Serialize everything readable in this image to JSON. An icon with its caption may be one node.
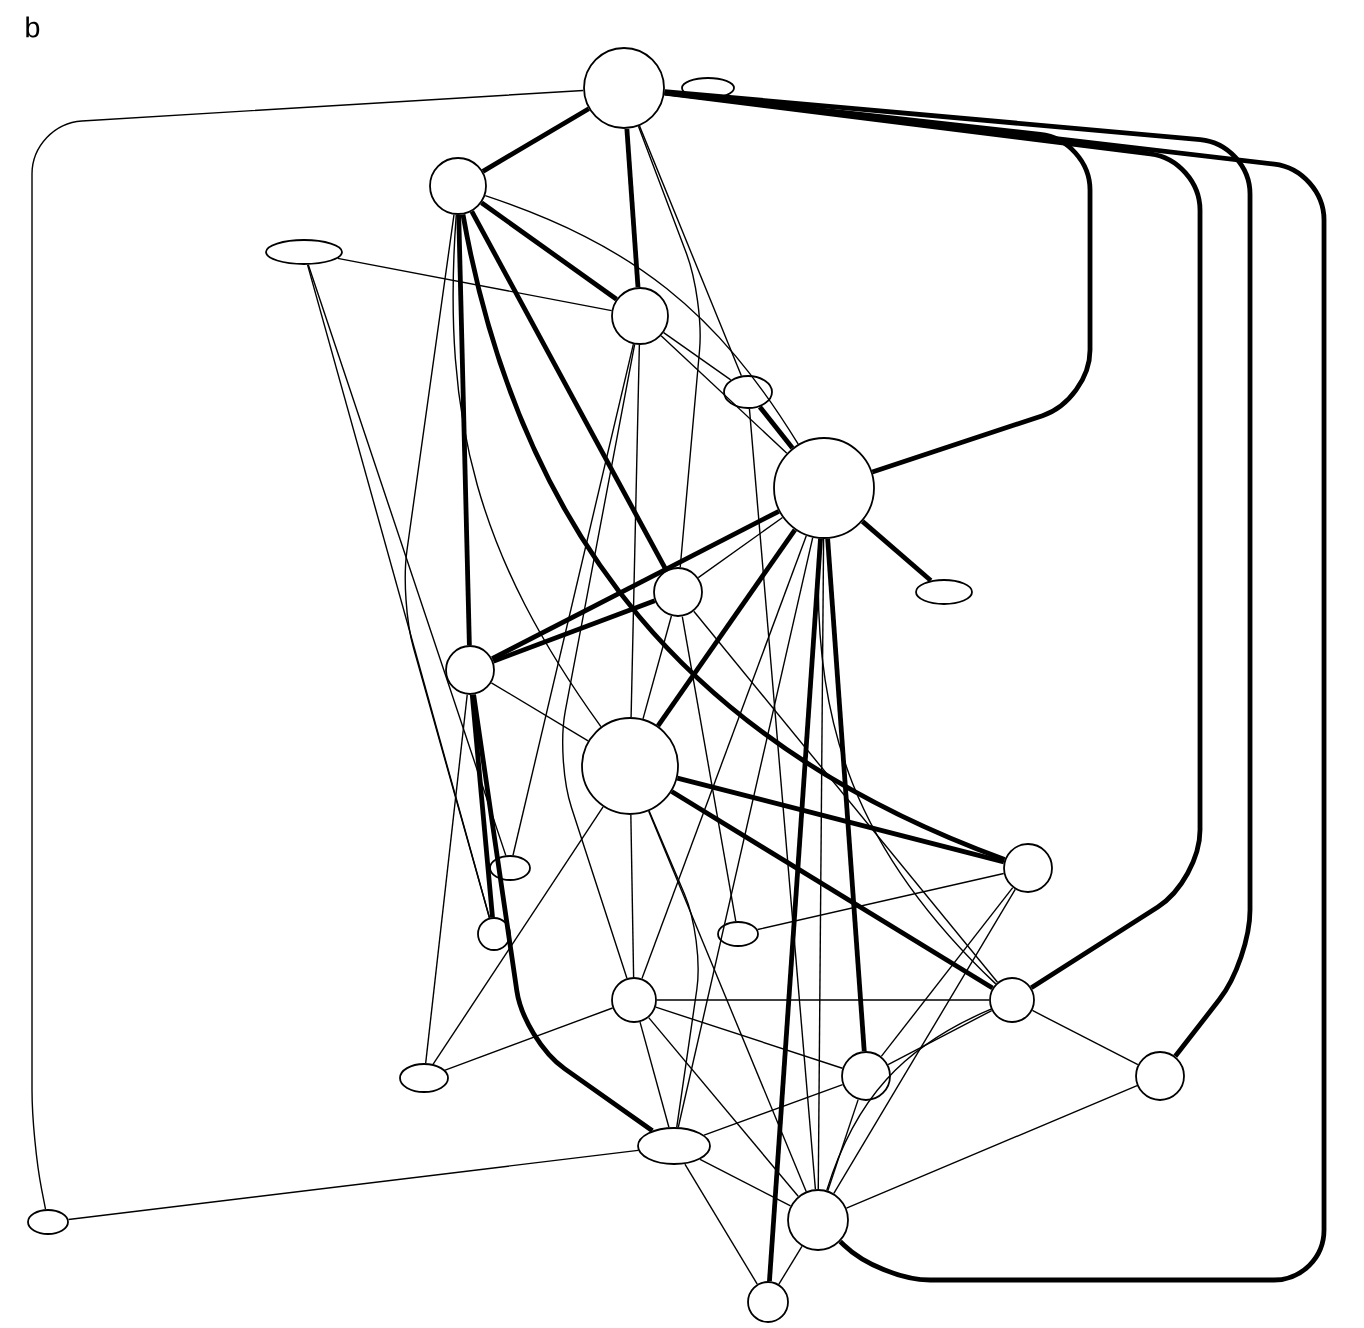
{
  "diagram": {
    "nodes": [
      {
        "text": [],
        "shape": "circle"
      },
      {
        "text": [],
        "shape": "ellipse"
      },
      {
        "text": [],
        "shape": "circle"
      },
      {
        "text": [],
        "shape": "ellipse"
      },
      {
        "text": [],
        "shape": "circle"
      },
      {
        "text": [],
        "shape": "ellipse"
      },
      {
        "text": [],
        "shape": "circle"
      },
      {
        "text": [],
        "shape": "ellipse"
      },
      {
        "text": [],
        "shape": "circle"
      },
      {
        "text": [],
        "shape": "circle"
      },
      {
        "text": [],
        "shape": "circle"
      },
      {
        "text": [],
        "shape": "circle"
      },
      {
        "text": [],
        "shape": "ellipse"
      },
      {
        "text": [],
        "shape": "circle"
      },
      {
        "text": [],
        "shape": "ellipse"
      },
      {
        "text": [],
        "shape": "circle"
      },
      {
        "text": [],
        "shape": "circle"
      },
      {
        "text": [],
        "shape": "ellipse"
      },
      {
        "text": [],
        "shape": "circle"
      },
      {
        "text": [],
        "shape": "circle"
      },
      {
        "text": [],
        "shape": "ellipse"
      },
      {
        "text": [],
        "shape": "ellipse"
      },
      {
        "text": [],
        "shape": "circle"
      },
      {
        "text": [],
        "shape": "circle"
      }
    ],
    "edges": [
      {
        "from": 0,
        "to": 2,
        "arrow": "none",
        "style": "thick"
      },
      {
        "from": 0,
        "to": 4,
        "arrow": "none",
        "style": "thick"
      },
      {
        "from": 0,
        "to": 6,
        "arrow": "none",
        "style": "thick"
      },
      {
        "from": 0,
        "to": 21,
        "arrow": "none"
      },
      {
        "from": 0,
        "to": 19,
        "arrow": "none",
        "style": "thick"
      },
      {
        "from": 0,
        "to": 16,
        "arrow": "none",
        "style": "thick"
      },
      {
        "from": 0,
        "to": 22,
        "arrow": "none",
        "style": "thick"
      },
      {
        "from": 0,
        "to": 5,
        "arrow": "none"
      },
      {
        "from": 0,
        "to": 8,
        "arrow": "none"
      },
      {
        "from": 2,
        "to": 4,
        "arrow": "none",
        "style": "thick"
      },
      {
        "from": 2,
        "to": 8,
        "arrow": "none",
        "style": "thick"
      },
      {
        "from": 2,
        "to": 9,
        "arrow": "none",
        "style": "thick"
      },
      {
        "from": 2,
        "to": 13,
        "arrow": "none"
      },
      {
        "from": 2,
        "to": 6,
        "arrow": "none"
      },
      {
        "from": 2,
        "to": 10,
        "arrow": "none"
      },
      {
        "from": 2,
        "to": 11,
        "arrow": "none",
        "style": "thick"
      },
      {
        "from": 3,
        "to": 4,
        "arrow": "none"
      },
      {
        "from": 3,
        "to": 12,
        "arrow": "none"
      },
      {
        "from": 3,
        "to": 13,
        "arrow": "none"
      },
      {
        "from": 4,
        "to": 5,
        "arrow": "none"
      },
      {
        "from": 4,
        "to": 6,
        "arrow": "none"
      },
      {
        "from": 4,
        "to": 10,
        "arrow": "none"
      },
      {
        "from": 4,
        "to": 12,
        "arrow": "none"
      },
      {
        "from": 4,
        "to": 15,
        "arrow": "none"
      },
      {
        "from": 5,
        "to": 6,
        "arrow": "none",
        "style": "thick"
      },
      {
        "from": 5,
        "to": 22,
        "arrow": "none"
      },
      {
        "from": 6,
        "to": 7,
        "arrow": "none",
        "style": "thick"
      },
      {
        "from": 6,
        "to": 8,
        "arrow": "none"
      },
      {
        "from": 6,
        "to": 9,
        "arrow": "none",
        "style": "thick"
      },
      {
        "from": 6,
        "to": 10,
        "arrow": "none",
        "style": "thick"
      },
      {
        "from": 6,
        "to": 15,
        "arrow": "none"
      },
      {
        "from": 6,
        "to": 18,
        "arrow": "none",
        "style": "thick"
      },
      {
        "from": 6,
        "to": 16,
        "arrow": "none"
      },
      {
        "from": 6,
        "to": 22,
        "arrow": "none"
      },
      {
        "from": 6,
        "to": 23,
        "arrow": "none",
        "style": "thick"
      },
      {
        "from": 6,
        "to": 20,
        "arrow": "none"
      },
      {
        "from": 8,
        "to": 9,
        "arrow": "none",
        "style": "thick"
      },
      {
        "from": 8,
        "to": 10,
        "arrow": "none"
      },
      {
        "from": 8,
        "to": 14,
        "arrow": "none"
      },
      {
        "from": 8,
        "to": 16,
        "arrow": "none"
      },
      {
        "from": 9,
        "to": 10,
        "arrow": "none"
      },
      {
        "from": 9,
        "to": 13,
        "arrow": "none",
        "style": "thick"
      },
      {
        "from": 9,
        "to": 20,
        "arrow": "none",
        "style": "thick"
      },
      {
        "from": 9,
        "to": 17,
        "arrow": "none"
      },
      {
        "from": 10,
        "to": 11,
        "arrow": "none",
        "style": "thick"
      },
      {
        "from": 10,
        "to": 16,
        "arrow": "none",
        "style": "thick"
      },
      {
        "from": 10,
        "to": 15,
        "arrow": "none"
      },
      {
        "from": 10,
        "to": 17,
        "arrow": "none"
      },
      {
        "from": 10,
        "to": 20,
        "arrow": "none"
      },
      {
        "from": 10,
        "to": 22,
        "arrow": "none"
      },
      {
        "from": 11,
        "to": 14,
        "arrow": "none"
      },
      {
        "from": 11,
        "to": 18,
        "arrow": "none"
      },
      {
        "from": 11,
        "to": 22,
        "arrow": "none"
      },
      {
        "from": 15,
        "to": 17,
        "arrow": "none"
      },
      {
        "from": 15,
        "to": 16,
        "arrow": "none"
      },
      {
        "from": 15,
        "to": 18,
        "arrow": "none"
      },
      {
        "from": 15,
        "to": 20,
        "arrow": "none"
      },
      {
        "from": 15,
        "to": 22,
        "arrow": "none"
      },
      {
        "from": 16,
        "to": 18,
        "arrow": "none"
      },
      {
        "from": 16,
        "to": 19,
        "arrow": "none"
      },
      {
        "from": 16,
        "to": 22,
        "arrow": "none"
      },
      {
        "from": 18,
        "to": 20,
        "arrow": "none"
      },
      {
        "from": 18,
        "to": 22,
        "arrow": "none"
      },
      {
        "from": 20,
        "to": 21,
        "arrow": "none"
      },
      {
        "from": 20,
        "to": 22,
        "arrow": "none"
      },
      {
        "from": 20,
        "to": 23,
        "arrow": "none"
      },
      {
        "from": 22,
        "to": 23,
        "arrow": "none"
      },
      {
        "from": 19,
        "to": 22,
        "arrow": "none"
      }
    ],
    "labels": [
      "b"
    ]
  }
}
